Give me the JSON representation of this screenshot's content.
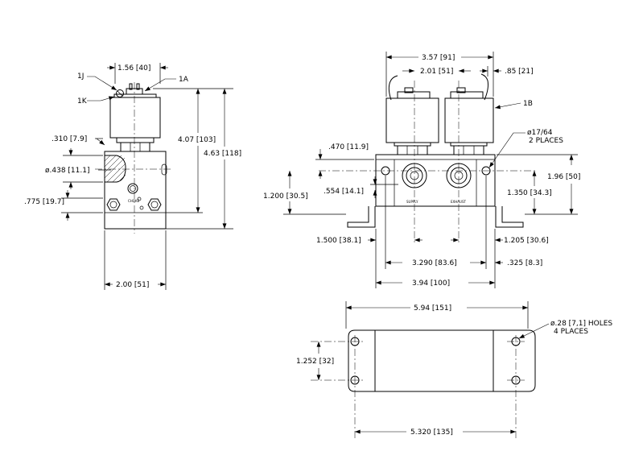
{
  "callouts": {
    "one_j": "1J",
    "one_k": "1K",
    "one_a": "1A",
    "one_b": "1B"
  },
  "side_view": {
    "width_top": "1.56 [40]",
    "height_overall_inner": "4.07 [103]",
    "height_overall": "4.63 [118]",
    "port_offset": ".310 [7.9]",
    "port_dia": "ø.438 [11.1]",
    "base_height": ".775 [19.7]",
    "width_body": "2.00 [51]",
    "cover_text": "CHOKE"
  },
  "front_view": {
    "overall_top": "3.57 [91]",
    "coil_spacing": "2.01 [51]",
    "lead_offset": ".85 [21]",
    "mount_hole": "ø17/64",
    "mount_hole_qty": "2 PLACES",
    "top_offset": ".470 [11.9]",
    "right_height": "1.96 [50]",
    "port_height": ".554 [14.1]",
    "left_height": "1.200 [30.5]",
    "right_port_height": "1.350 [34.3]",
    "supply_label": "SUPPLY",
    "exhaust_label": "EXHAUST",
    "left_port_x": "1.500 [38.1]",
    "right_port_x": "1.205 [30.6]",
    "hole_spacing": "3.290 [83.6]",
    "hole_edge": ".325 [8.3]",
    "overall_width": "3.94 [100]"
  },
  "bottom_view": {
    "overall": "5.94 [151]",
    "hole_dia": "ø.28 [7,1] HOLES",
    "hole_qty": "4 PLACES",
    "hole_y": "1.252 [32]",
    "hole_x": "5.320 [135]"
  }
}
